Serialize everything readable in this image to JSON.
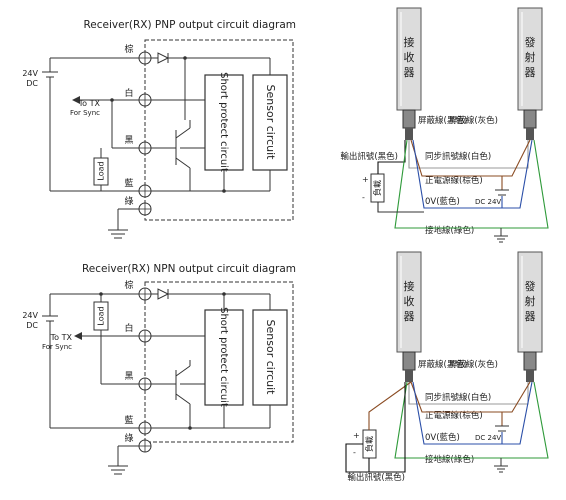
{
  "pnp": {
    "title": "Receiver(RX) PNP output circuit diagram",
    "supply_voltage": "24V",
    "supply_type": "DC",
    "to_tx": "To TX",
    "for_sync": "For Sync",
    "load": "Load",
    "short_protect": "Short protect circuit",
    "sensor_circuit": "Sensor circuit",
    "wires": {
      "brown": "棕",
      "white": "白",
      "black": "黑",
      "blue": "藍",
      "green": "綠"
    }
  },
  "npn": {
    "title": "Receiver(RX) NPN output circuit diagram",
    "supply_voltage": "24V",
    "supply_type": "DC",
    "to_tx": "To TX",
    "for_sync": "For Sync",
    "load": "Load",
    "short_protect": "Short protect circuit",
    "sensor_circuit": "Sensor circuit",
    "wires": {
      "brown": "棕",
      "white": "白",
      "black": "黑",
      "blue": "藍",
      "green": "綠"
    }
  },
  "wiring_top": {
    "receiver_chars": [
      "接",
      "收",
      "器"
    ],
    "emitter_chars": [
      "發",
      "射",
      "器"
    ],
    "shield_rx": "屏蔽線(黑色)",
    "shield_tx": "屏蔽線(灰色)",
    "output": "輸出訊號(黑色)",
    "sync": "同步訊號線(白色)",
    "power": "正電源線(棕色)",
    "zero_v": "0V(藍色)",
    "ground": "接地線(綠色)",
    "load": "負載",
    "dc24": "DC 24V",
    "plus": "+",
    "minus": "-"
  },
  "wiring_bottom": {
    "receiver_chars": [
      "接",
      "收",
      "器"
    ],
    "emitter_chars": [
      "發",
      "射",
      "器"
    ],
    "shield_rx": "屏蔽線(黑色)",
    "shield_tx": "屏蔽線(灰色)",
    "sync": "同步訊號線(白色)",
    "power": "正電源線(棕色)",
    "zero_v": "0V(藍色)",
    "ground": "接地線(綠色)",
    "output": "輸出訊號(黑色)",
    "load": "負載",
    "dc24": "DC 24V",
    "plus": "+",
    "minus": "-"
  },
  "colors": {
    "line": "#333333",
    "green_wire": "#2f9a3a",
    "brown_wire": "#8a4b22",
    "blue_wire": "#2b4fa8",
    "black_wire": "#111111",
    "white_wire": "#cccccc",
    "sensor_bar": "#dcdcdc"
  }
}
